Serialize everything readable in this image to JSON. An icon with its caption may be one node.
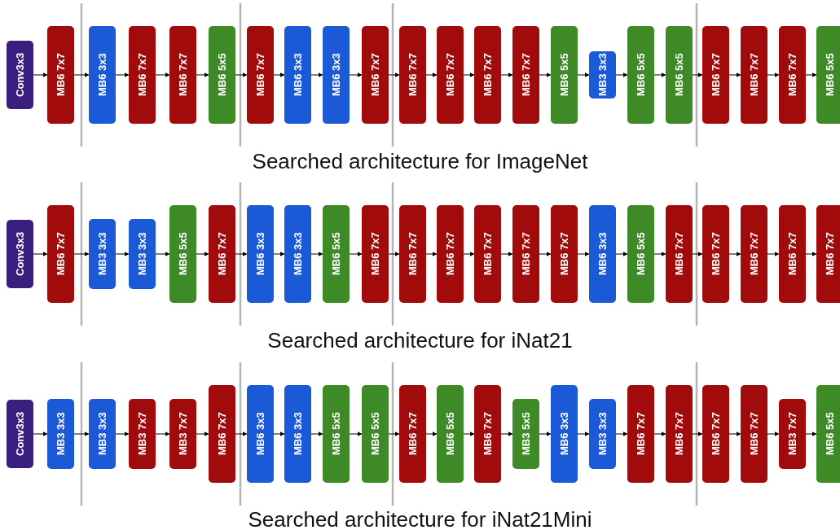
{
  "diagram": {
    "nodes": [
      {
        "text": [
          "Conv3x3"
        ]
      },
      {
        "text": [
          "MB6 7x7"
        ]
      },
      {
        "text": [
          "MB6 3x3"
        ]
      },
      {
        "text": [
          "MB6 7x7"
        ]
      },
      {
        "text": [
          "MB6 7x7"
        ]
      },
      {
        "text": [
          "MB6 5x5"
        ]
      },
      {
        "text": [
          "MB6 7x7"
        ]
      },
      {
        "text": [
          "MB6 3x3"
        ]
      },
      {
        "text": [
          "MB6 3x3"
        ]
      },
      {
        "text": [
          "MB6 7x7"
        ]
      },
      {
        "text": [
          "MB6 7x7"
        ]
      },
      {
        "text": [
          "MB6 7x7"
        ]
      },
      {
        "text": [
          "MB6 7x7"
        ]
      },
      {
        "text": [
          "MB6 7x7"
        ]
      },
      {
        "text": [
          "MB6 5x5"
        ]
      },
      {
        "text": [
          "MB3 3x3"
        ]
      },
      {
        "text": [
          "MB6 5x5"
        ]
      },
      {
        "text": [
          "MB6 5x5"
        ]
      },
      {
        "text": [
          "MB6 7x7"
        ]
      },
      {
        "text": [
          "MB6 7x7"
        ]
      },
      {
        "text": [
          "MB6 7x7"
        ]
      },
      {
        "text": [
          "MB6 5x5"
        ]
      },
      {
        "text": [
          "Conv3x3"
        ]
      },
      {
        "text": [
          "MB6 7x7"
        ]
      },
      {
        "text": [
          "MB3 3x3"
        ]
      },
      {
        "text": [
          "MB3 3x3"
        ]
      },
      {
        "text": [
          "MB6 5x5"
        ]
      },
      {
        "text": [
          "MB6 7x7"
        ]
      },
      {
        "text": [
          "MB6 3x3"
        ]
      },
      {
        "text": [
          "MB6 3x3"
        ]
      },
      {
        "text": [
          "MB6 5x5"
        ]
      },
      {
        "text": [
          "MB6 7x7"
        ]
      },
      {
        "text": [
          "MB6 7x7"
        ]
      },
      {
        "text": [
          "MB6 7x7"
        ]
      },
      {
        "text": [
          "MB6 7x7"
        ]
      },
      {
        "text": [
          "MB6 7x7"
        ]
      },
      {
        "text": [
          "MB6 7x7"
        ]
      },
      {
        "text": [
          "MB6 3x3"
        ]
      },
      {
        "text": [
          "MB6 5x5"
        ]
      },
      {
        "text": [
          "MB6 7x7"
        ]
      },
      {
        "text": [
          "MB6 7x7"
        ]
      },
      {
        "text": [
          "MB6 7x7"
        ]
      },
      {
        "text": [
          "MB6 7x7"
        ]
      },
      {
        "text": [
          "MB6 7x7"
        ]
      },
      {
        "text": [
          "Conv3x3"
        ]
      },
      {
        "text": [
          "MB3 3x3"
        ]
      },
      {
        "text": [
          "MB3 3x3"
        ]
      },
      {
        "text": [
          "MB3 7x7"
        ]
      },
      {
        "text": [
          "MB3 7x7"
        ]
      },
      {
        "text": [
          "MB6 7x7"
        ]
      },
      {
        "text": [
          "MB6 3x3"
        ]
      },
      {
        "text": [
          "MB6 3x3"
        ]
      },
      {
        "text": [
          "MB6 5x5"
        ]
      },
      {
        "text": [
          "MB6 5x5"
        ]
      },
      {
        "text": [
          "MB6 7x7"
        ]
      },
      {
        "text": [
          "MB6 5x5"
        ]
      },
      {
        "text": [
          "MB6 7x7"
        ]
      },
      {
        "text": [
          "MB3 5x5"
        ]
      },
      {
        "text": [
          "MB6 3x3"
        ]
      },
      {
        "text": [
          "MB3 3x3"
        ]
      },
      {
        "text": [
          "MB6 7x7"
        ]
      },
      {
        "text": [
          "MB6 7x7"
        ]
      },
      {
        "text": [
          "MB6 7x7"
        ]
      },
      {
        "text": [
          "MB6 7x7"
        ]
      },
      {
        "text": [
          "MB3 7x7"
        ]
      },
      {
        "text": [
          "MB6 5x5"
        ]
      }
    ],
    "edges": [
      {
        "from": 0,
        "to": 1,
        "arrow": "to"
      },
      {
        "from": 1,
        "to": 2,
        "arrow": "to"
      },
      {
        "from": 2,
        "to": 3,
        "arrow": "to"
      },
      {
        "from": 3,
        "to": 4,
        "arrow": "to"
      },
      {
        "from": 4,
        "to": 5,
        "arrow": "to"
      },
      {
        "from": 5,
        "to": 6,
        "arrow": "to"
      },
      {
        "from": 6,
        "to": 7,
        "arrow": "to"
      },
      {
        "from": 7,
        "to": 8,
        "arrow": "to"
      },
      {
        "from": 8,
        "to": 9,
        "arrow": "to"
      },
      {
        "from": 9,
        "to": 10,
        "arrow": "to"
      },
      {
        "from": 10,
        "to": 11,
        "arrow": "to"
      },
      {
        "from": 11,
        "to": 12,
        "arrow": "to"
      },
      {
        "from": 12,
        "to": 13,
        "arrow": "to"
      },
      {
        "from": 13,
        "to": 14,
        "arrow": "to"
      },
      {
        "from": 14,
        "to": 15,
        "arrow": "to"
      },
      {
        "from": 15,
        "to": 16,
        "arrow": "to"
      },
      {
        "from": 16,
        "to": 17,
        "arrow": "to"
      },
      {
        "from": 17,
        "to": 18,
        "arrow": "to"
      },
      {
        "from": 18,
        "to": 19,
        "arrow": "to"
      },
      {
        "from": 19,
        "to": 20,
        "arrow": "to"
      },
      {
        "from": 20,
        "to": 21,
        "arrow": "to"
      },
      {
        "from": 22,
        "to": 23,
        "arrow": "to"
      },
      {
        "from": 23,
        "to": 24,
        "arrow": "to"
      },
      {
        "from": 24,
        "to": 25,
        "arrow": "to"
      },
      {
        "from": 25,
        "to": 26,
        "arrow": "to"
      },
      {
        "from": 26,
        "to": 27,
        "arrow": "to"
      },
      {
        "from": 27,
        "to": 28,
        "arrow": "to"
      },
      {
        "from": 28,
        "to": 29,
        "arrow": "to"
      },
      {
        "from": 29,
        "to": 30,
        "arrow": "to"
      },
      {
        "from": 30,
        "to": 31,
        "arrow": "to"
      },
      {
        "from": 31,
        "to": 32,
        "arrow": "to"
      },
      {
        "from": 32,
        "to": 33,
        "arrow": "to"
      },
      {
        "from": 33,
        "to": 34,
        "arrow": "to"
      },
      {
        "from": 34,
        "to": 35,
        "arrow": "to"
      },
      {
        "from": 35,
        "to": 36,
        "arrow": "to"
      },
      {
        "from": 36,
        "to": 37,
        "arrow": "to"
      },
      {
        "from": 37,
        "to": 38,
        "arrow": "to"
      },
      {
        "from": 38,
        "to": 39,
        "arrow": "to"
      },
      {
        "from": 39,
        "to": 40,
        "arrow": "to"
      },
      {
        "from": 40,
        "to": 41,
        "arrow": "to"
      },
      {
        "from": 41,
        "to": 42,
        "arrow": "to"
      },
      {
        "from": 42,
        "to": 43,
        "arrow": "to"
      },
      {
        "from": 44,
        "to": 45,
        "arrow": "to"
      },
      {
        "from": 45,
        "to": 46,
        "arrow": "to"
      },
      {
        "from": 46,
        "to": 47,
        "arrow": "to"
      },
      {
        "from": 47,
        "to": 48,
        "arrow": "to"
      },
      {
        "from": 48,
        "to": 49,
        "arrow": "to"
      },
      {
        "from": 49,
        "to": 50,
        "arrow": "to"
      },
      {
        "from": 50,
        "to": 51,
        "arrow": "to"
      },
      {
        "from": 51,
        "to": 52,
        "arrow": "to"
      },
      {
        "from": 52,
        "to": 53,
        "arrow": "to"
      },
      {
        "from": 53,
        "to": 54,
        "arrow": "to"
      },
      {
        "from": 54,
        "to": 55,
        "arrow": "to"
      },
      {
        "from": 55,
        "to": 56,
        "arrow": "to"
      },
      {
        "from": 56,
        "to": 57,
        "arrow": "to"
      },
      {
        "from": 57,
        "to": 58,
        "arrow": "to"
      },
      {
        "from": 58,
        "to": 59,
        "arrow": "to"
      },
      {
        "from": 59,
        "to": 60,
        "arrow": "to"
      },
      {
        "from": 60,
        "to": 61,
        "arrow": "to"
      },
      {
        "from": 61,
        "to": 62,
        "arrow": "to"
      },
      {
        "from": 62,
        "to": 63,
        "arrow": "to"
      },
      {
        "from": 63,
        "to": 64,
        "arrow": "to"
      },
      {
        "from": 64,
        "to": 65,
        "arrow": "to"
      }
    ],
    "labels": [
      "Searched architecture for ImageNet",
      "Searched architecture for iNat21",
      "Searched architecture for iNat21Mini"
    ]
  }
}
